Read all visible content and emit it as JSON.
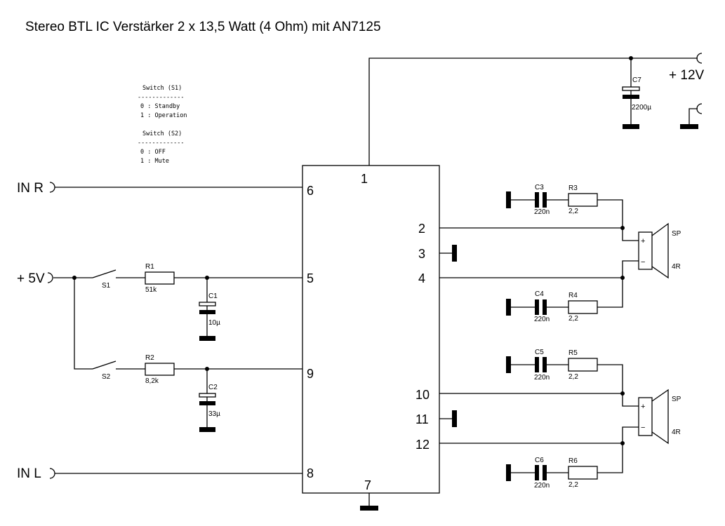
{
  "title": "Stereo BTL IC Verstärker 2 x 13,5 Watt (4 Ohm) mit AN7125",
  "notes": {
    "s1": {
      "heading": "Switch (S1)",
      "rule": "-------------",
      "lines": [
        "0 : Standby",
        "1 : Operation"
      ]
    },
    "s2": {
      "heading": "Switch (S2)",
      "rule": "-------------",
      "lines": [
        "0 : OFF",
        "1 : Mute"
      ]
    }
  },
  "terminals": {
    "in_r": "IN R",
    "in_l": "IN L",
    "plus5v": "+ 5V",
    "plus12v": "+ 12V"
  },
  "ic": {
    "name": "AN7125",
    "pins": [
      "1",
      "2",
      "3",
      "4",
      "5",
      "6",
      "7",
      "8",
      "9",
      "10",
      "11",
      "12"
    ]
  },
  "components": {
    "R1": {
      "ref": "R1",
      "value": "51k"
    },
    "R2": {
      "ref": "R2",
      "value": "8,2k"
    },
    "C1": {
      "ref": "C1",
      "value": "10µ"
    },
    "C2": {
      "ref": "C2",
      "value": "33µ"
    },
    "C3": {
      "ref": "C3",
      "value": "220n"
    },
    "C4": {
      "ref": "C4",
      "value": "220n"
    },
    "C5": {
      "ref": "C5",
      "value": "220n"
    },
    "C6": {
      "ref": "C6",
      "value": "220n"
    },
    "C7": {
      "ref": "C7",
      "value": "2200µ"
    },
    "R3": {
      "ref": "R3",
      "value": "2,2"
    },
    "R4": {
      "ref": "R4",
      "value": "2,2"
    },
    "R5": {
      "ref": "R5",
      "value": "2,2"
    },
    "R6": {
      "ref": "R6",
      "value": "2,2"
    },
    "S1": {
      "ref": "S1"
    },
    "S2": {
      "ref": "S2"
    },
    "SP1": {
      "ref": "SP",
      "value": "4R",
      "plus": "+",
      "minus": "−"
    },
    "SP2": {
      "ref": "SP",
      "value": "4R",
      "plus": "+",
      "minus": "−"
    }
  }
}
